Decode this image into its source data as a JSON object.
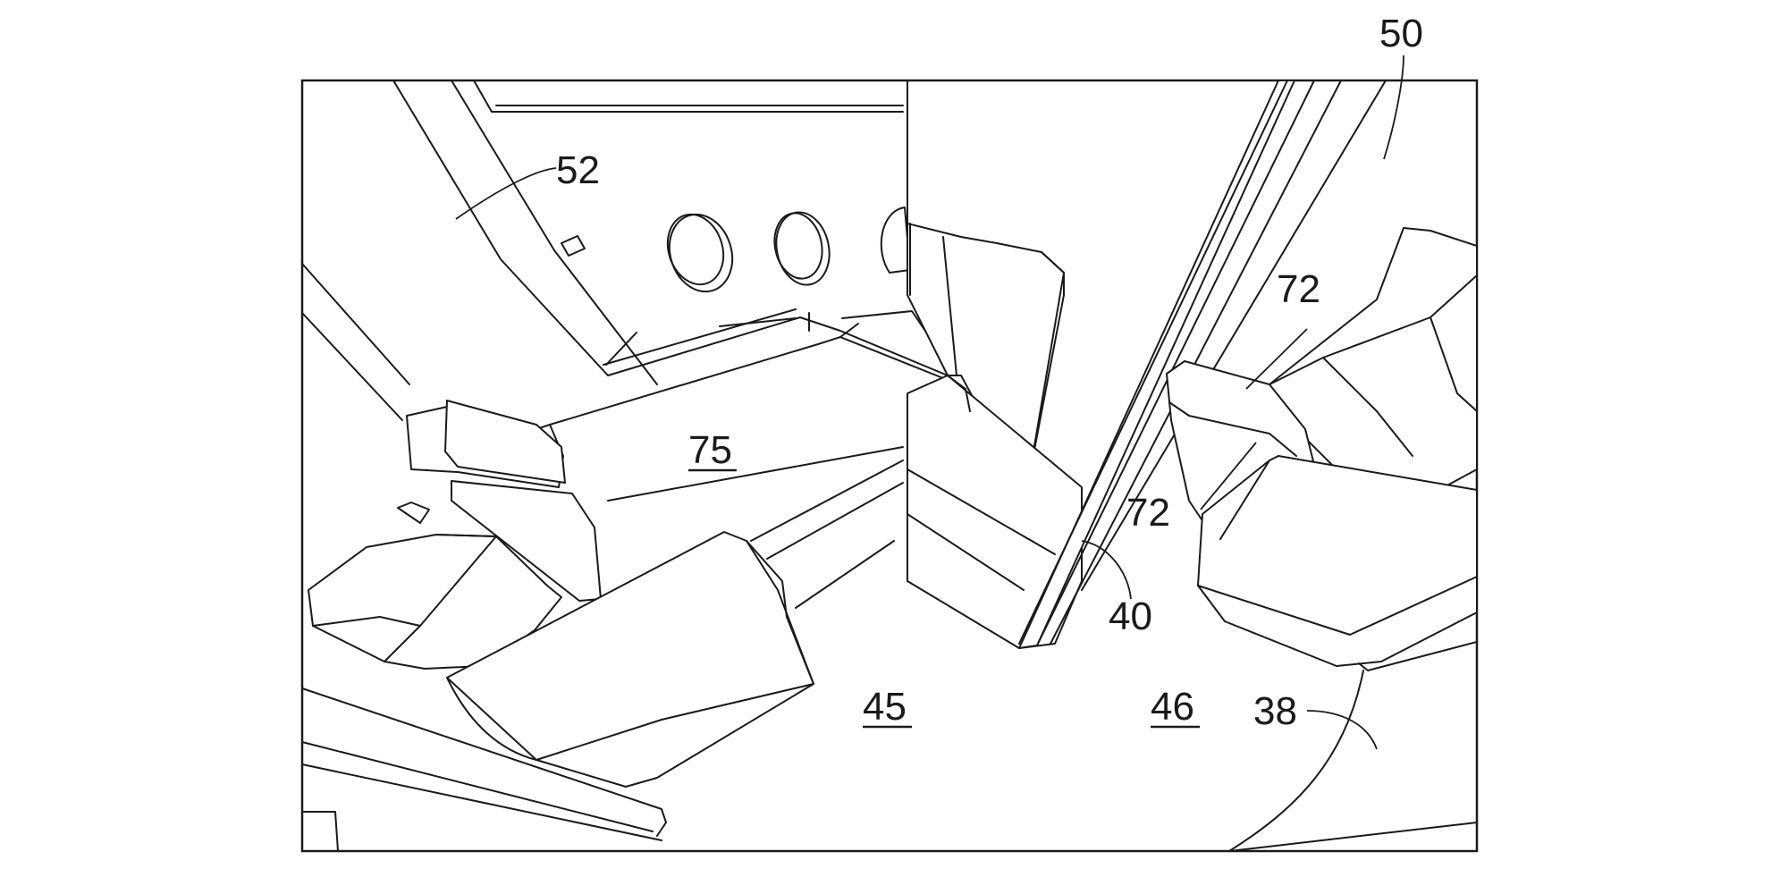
{
  "figure": {
    "labels": {
      "ref_50": "50",
      "ref_52": "52",
      "ref_72_upper": "72",
      "ref_72_lower": "72",
      "ref_75": "75",
      "ref_40": "40",
      "ref_45": "45",
      "ref_46": "46",
      "ref_38": "38"
    }
  }
}
